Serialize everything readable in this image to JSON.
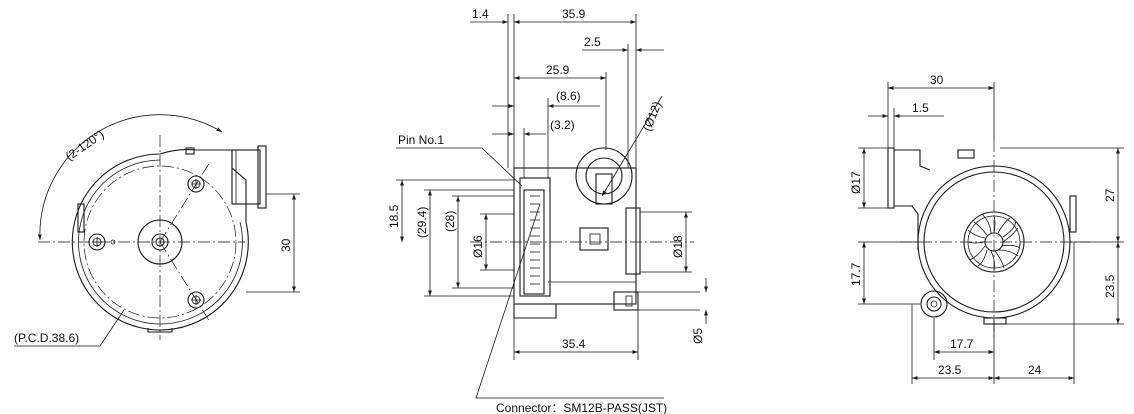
{
  "left_view": {
    "angle": "(2-120°)",
    "pcd": "(P.C.D.38.6)",
    "height": "30"
  },
  "middle_view": {
    "top_width": "35.9",
    "offset_left": "1.4",
    "offset_right": "2.5",
    "inner_width": "25.9",
    "ref_a": "(8.6)",
    "ref_b": "(3.2)",
    "outlet_dia": "(Ø12)",
    "pin_label": "Pin No.1",
    "h1": "18.5",
    "h2": "(29.4)",
    "h3": "(28)",
    "dia16": "Ø16",
    "dia18": "Ø18",
    "dia5": "Ø5",
    "bottom_width": "35.4",
    "connector": "Connector：SM12B-PASS(JST)"
  },
  "right_view": {
    "top_width": "30",
    "offset": "1.5",
    "dia17": "Ø17",
    "h27": "27",
    "h17_7": "17.7",
    "h23_5": "23.5",
    "w17_7": "17.7",
    "w23_5": "23.5",
    "w24": "24"
  }
}
